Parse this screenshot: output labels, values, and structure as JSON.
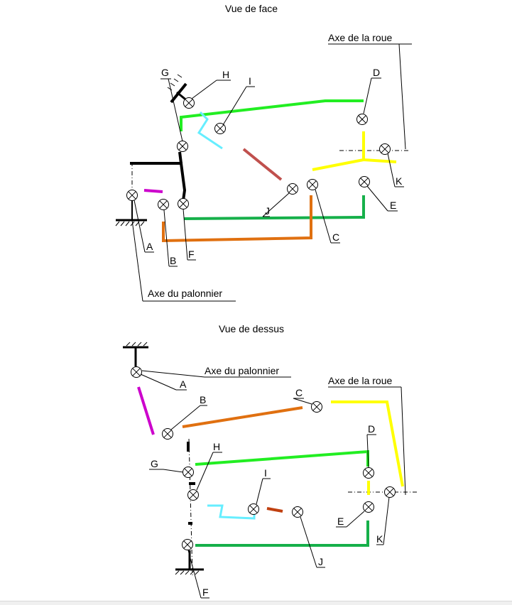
{
  "front_view": {
    "title": "Vue de face",
    "wheel_axis_label": "Axe de la roue",
    "pedal_axis_label": "Axe du palonnier",
    "points": {
      "A": "A",
      "B": "B",
      "C": "C",
      "D": "D",
      "E": "E",
      "F": "F",
      "G": "G",
      "H": "H",
      "I": "I",
      "J": "J",
      "K": "K"
    }
  },
  "top_view": {
    "title": "Vue de dessus",
    "wheel_axis_label": "Axe de la roue",
    "pedal_axis_label": "Axe du palonnier",
    "points": {
      "A": "A",
      "B": "B",
      "C": "C",
      "D": "D",
      "E": "E",
      "F": "F",
      "G": "G",
      "H": "H",
      "I": "I",
      "J": "J",
      "K": "K"
    }
  },
  "colors": {
    "green": "#22ee22",
    "dark_green": "#16b04a",
    "orange": "#e07010",
    "yellow": "#ffff00",
    "cyan": "#66eeff",
    "magenta": "#cc00cc",
    "brown_red": "#c0504d",
    "rust": "#c04010",
    "black": "#000000"
  }
}
